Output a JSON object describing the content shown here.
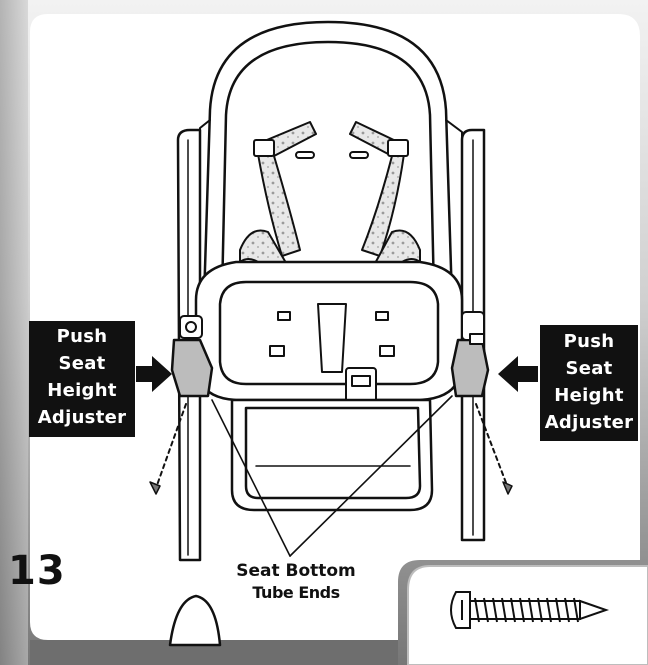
{
  "step": {
    "number": "13"
  },
  "callouts": {
    "left": {
      "lines": [
        "Push",
        "Seat",
        "Height",
        "Adjuster"
      ]
    },
    "right": {
      "lines": [
        "Push",
        "Seat",
        "Height",
        "Adjuster"
      ]
    }
  },
  "label": {
    "lines": [
      "Seat Bottom",
      "Tube Ends"
    ]
  },
  "icons": [
    "screw-icon",
    "arrow-right-icon",
    "arrow-left-icon"
  ]
}
